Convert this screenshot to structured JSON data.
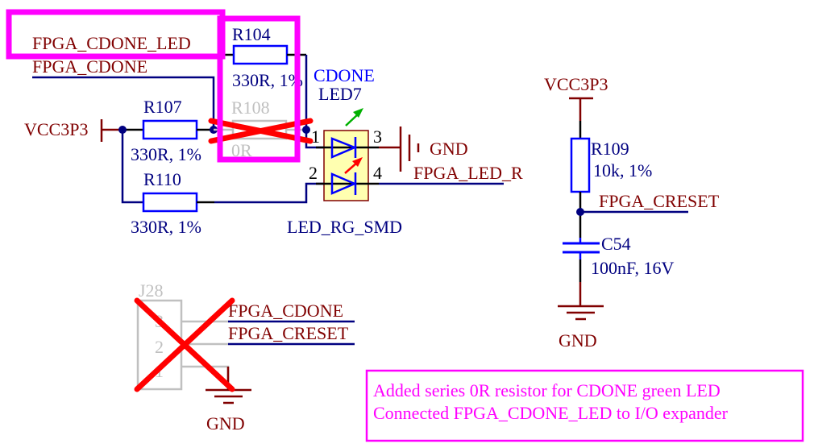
{
  "colors": {
    "net_label": "#800000",
    "component_label": "#000080",
    "wire": "#000080",
    "pin_wire": "#000000",
    "power_wire": "#800000",
    "body_outline": "#0000ff",
    "dnp_gray": "#c0c0c0",
    "cross_red": "#ff0000",
    "highlight_magenta": "#ff00ff",
    "led_fill": "#ffffb0",
    "led_outline": "#800000",
    "arrow_green": "#00b000",
    "arrow_red": "#ff0000",
    "cdone_blue": "#0000ff"
  },
  "nets": {
    "fpga_cdone_led": "FPGA_CDONE_LED",
    "fpga_cdone": "FPGA_CDONE",
    "vcc3p3_left": "VCC3P3",
    "vcc3p3_right": "VCC3P3",
    "gnd_led": "GND",
    "fpga_led_r": "FPGA_LED_R",
    "fpga_creset": "FPGA_CRESET",
    "gnd_cap": "GND",
    "j28_cdone": "FPGA_CDONE",
    "j28_creset": "FPGA_CRESET",
    "gnd_j28": "GND"
  },
  "components": {
    "r104": {
      "ref": "R104",
      "value": "330R, 1%"
    },
    "r107": {
      "ref": "R107",
      "value": "330R, 1%"
    },
    "r108": {
      "ref": "R108",
      "value": "0R",
      "dnp": true
    },
    "r110": {
      "ref": "R110",
      "value": "330R, 1%"
    },
    "r109": {
      "ref": "R109",
      "value": "10k, 1%"
    },
    "c54": {
      "ref": "C54",
      "value": "100nF, 16V"
    },
    "led7": {
      "ref": "LED7",
      "label": "CDONE",
      "part": "LED_RG_SMD",
      "pins": [
        "1",
        "2",
        "3",
        "4"
      ]
    },
    "j28": {
      "ref": "J28",
      "pins": [
        "3",
        "2",
        "1"
      ],
      "dnp": true
    }
  },
  "note": {
    "lines": [
      "Added series 0R resistor for CDONE green LED",
      "Connected FPGA_CDONE_LED to I/O expander"
    ]
  }
}
